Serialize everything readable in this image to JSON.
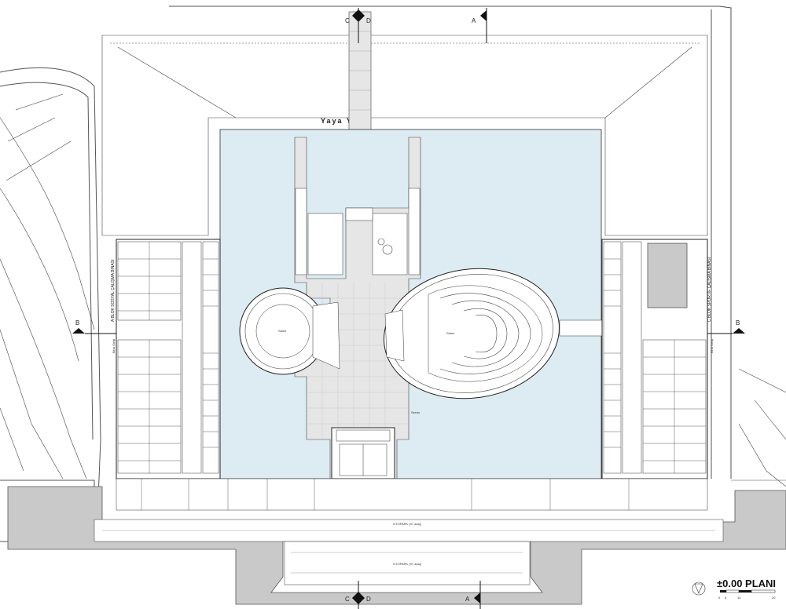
{
  "plan": {
    "title": "±0.00 PLANI",
    "pedestrian_way": "Yaya Yolu",
    "auditorium_label": "Salon",
    "small_hall_label": "Salon",
    "section_marks": {
      "top_left": "C",
      "top_mid": "D",
      "top_right": "A",
      "left": "B",
      "right": "B",
      "bottom_left": "C",
      "bottom_mid": "D",
      "bottom_right": "A"
    },
    "left_wing_label": "A BLOK SOSYAL ÇALIŞMA BİNASI",
    "right_wing_label": "C BLOK SPORTİF ÇALIŞMA BİNASI",
    "left_entrance": "Bina Girişi",
    "right_entrance": "Bina Girişi",
    "parking_upper": "OTOPARK (97 araç)",
    "parking_lower": "OTOPARK (97 araç)",
    "scale_ticks": [
      "0",
      "5",
      "10",
      "20"
    ],
    "service_label": "Servis"
  }
}
